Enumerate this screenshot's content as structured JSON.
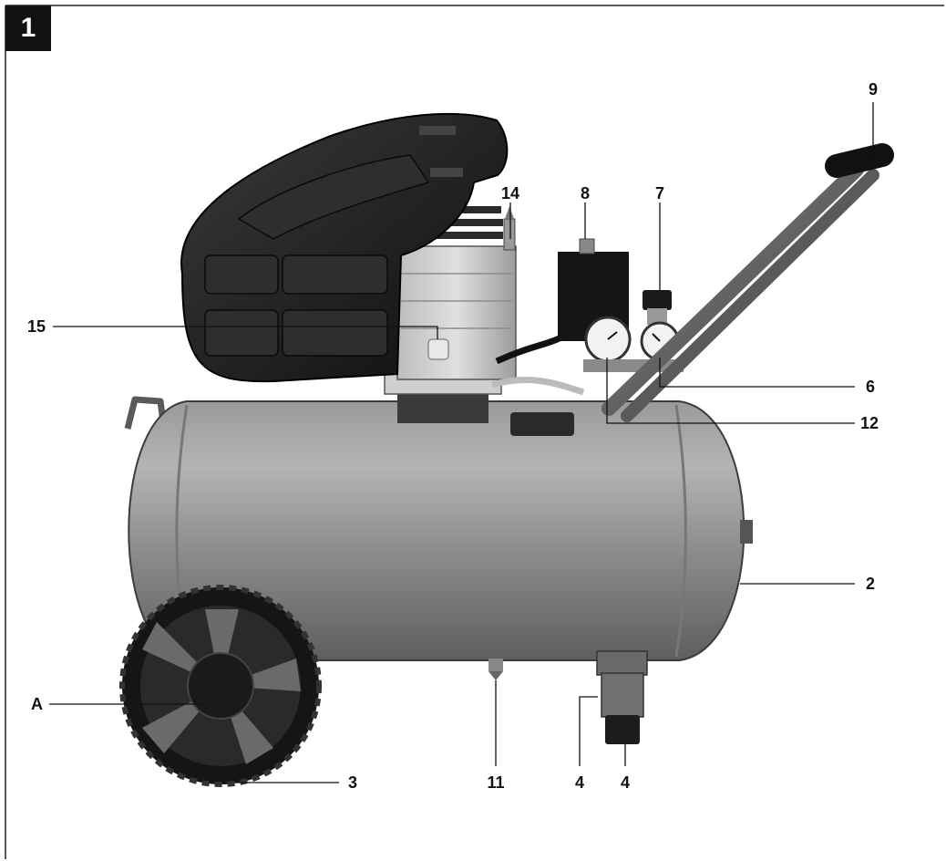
{
  "figure_number": "1",
  "callouts": {
    "c9": "9",
    "c14": "14",
    "c8": "8",
    "c7": "7",
    "c15": "15",
    "c6": "6",
    "c12": "12",
    "c2": "2",
    "cA": "A",
    "c3": "3",
    "c11": "11",
    "c4a": "4",
    "c4b": "4"
  }
}
